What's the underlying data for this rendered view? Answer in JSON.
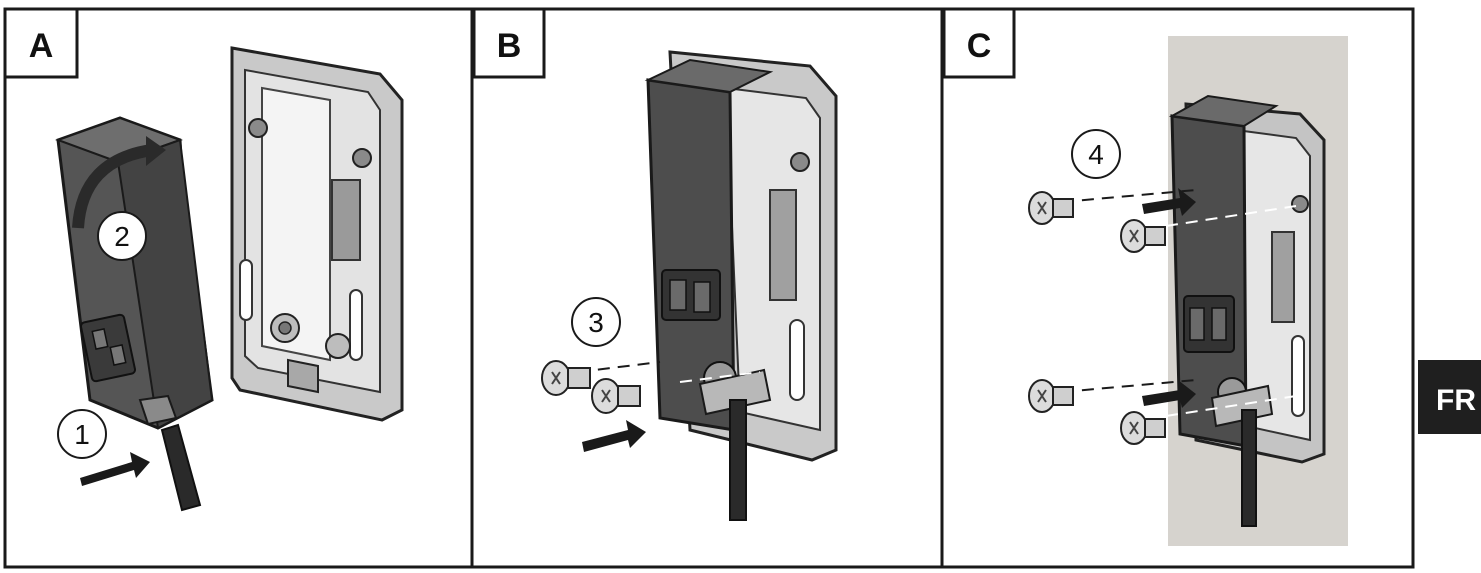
{
  "panels": [
    {
      "label": "A",
      "steps": [
        "1",
        "2"
      ]
    },
    {
      "label": "B",
      "steps": [
        "3"
      ]
    },
    {
      "label": "C",
      "steps": [
        "4"
      ]
    }
  ],
  "language_tab": "FR",
  "colors": {
    "frame": "#1a1a1a",
    "housing_dark": "#4a4a4a",
    "housing_mid": "#6a6a6a",
    "bracket_light": "#d8d8d8",
    "bracket_mid": "#b5b5b5",
    "wall": "#d6d3ce",
    "arrow": "#1a1a1a",
    "tab_bg": "#1f1f1f"
  },
  "icons": [
    "push-arrow-icon",
    "rotate-arrow-icon",
    "screw-icon"
  ]
}
